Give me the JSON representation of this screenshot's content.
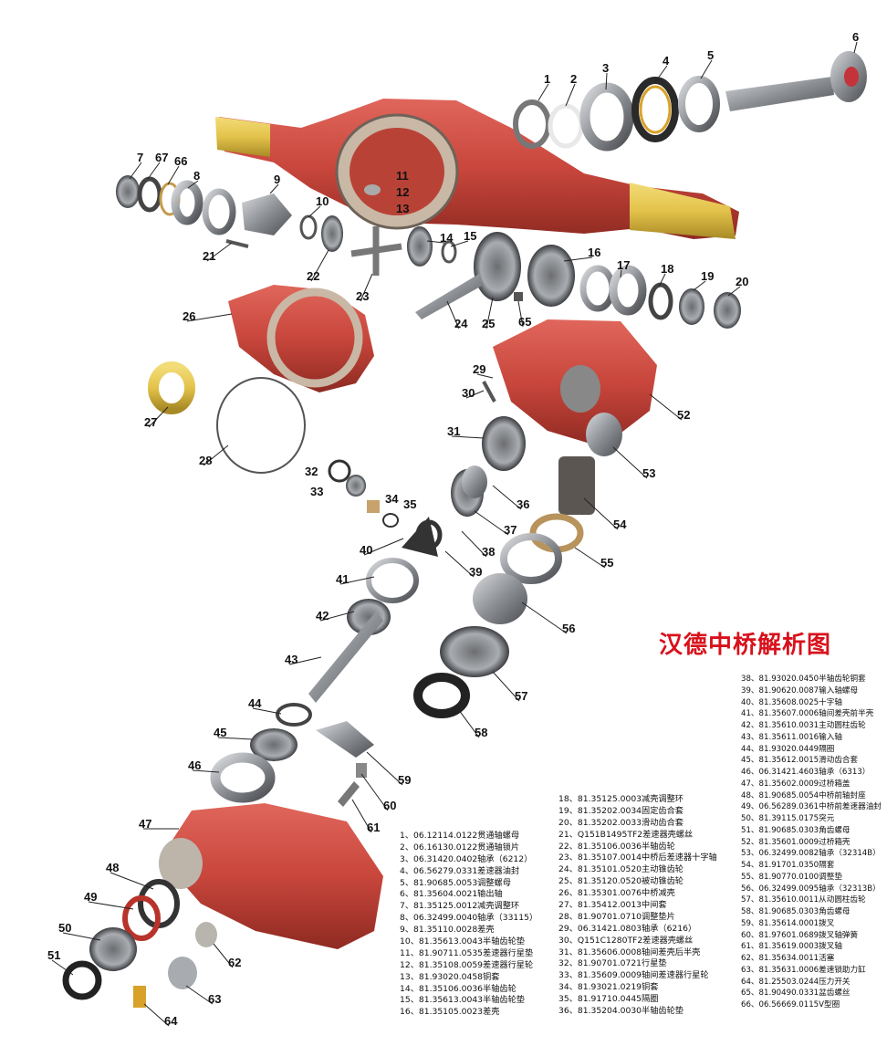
{
  "title": "汉德中桥解析图",
  "callouts": [
    "1",
    "2",
    "3",
    "4",
    "5",
    "6",
    "7",
    "67",
    "66",
    "8",
    "9",
    "10",
    "11",
    "12",
    "13",
    "21",
    "22",
    "14",
    "15",
    "16",
    "17",
    "18",
    "19",
    "20",
    "23",
    "24",
    "25",
    "65",
    "26",
    "27",
    "28",
    "29",
    "30",
    "31",
    "52",
    "53",
    "32",
    "33",
    "34",
    "35",
    "36",
    "37",
    "38",
    "39",
    "40",
    "41",
    "42",
    "43",
    "54",
    "55",
    "56",
    "57",
    "58",
    "44",
    "45",
    "46",
    "59",
    "60",
    "61",
    "47",
    "48",
    "49",
    "50",
    "51",
    "62",
    "63",
    "64"
  ],
  "legend_left": [
    "1、06.12114.0122贯通轴螺母",
    "2、06.16130.0122贯通轴锁片",
    "3、06.31420.0402轴承（6212）",
    "4、06.56279.0331差速器油封",
    "5、81.90685.0053调整螺母",
    "6、81.35604.0021输出轴",
    "7、81.35125.0012减壳调整环",
    "8、06.32499.0040轴承（33115）",
    "9、81.35110.0028差壳",
    "10、81.35613.0043半轴齿轮垫",
    "11、81.90711.0535差速器行星垫",
    "12、81.35108.0059差速器行星轮",
    "13、81.93020.0458铜套",
    "14、81.35106.0036半轴齿轮",
    "15、81.35613.0043半轴齿轮垫",
    "16、81.35105.0023差壳"
  ],
  "legend_mid": [
    "18、81.35125.0003减壳调整环",
    "19、81.35202.0034固定齿合套",
    "20、81.35202.0033滑动齿合套",
    "21、Q151B1495TF2差速器壳螺丝",
    "22、81.35106.0036半轴齿轮",
    "23、81.35107.0014中桥后差速器十字轴",
    "24、81.35101.0520主动锥齿轮",
    "25、81.35120.0520被动锥齿轮",
    "26、81.35301.0076中桥减壳",
    "27、81.35412.0013中间套",
    "28、81.90701.0710调整垫片",
    "29、06.31421.0803轴承（6216）",
    "30、Q151C1280TF2差速器壳螺丝",
    "31、81.35606.0008轴间差壳后半壳",
    "32、81.90701.0721行星垫",
    "33、81.35609.0009轴间差速器行星轮",
    "34、81.93021.0219铜套",
    "35、81.91710.0445隔圈",
    "36、81.35204.0030半轴齿轮垫"
  ],
  "legend_right": [
    "38、81.93020.0450半轴齿轮铜套",
    "39、81.90620.0087输入轴螺母",
    "40、81.35608.0025十字轴",
    "41、81.35607.0006轴间差壳前半壳",
    "42、81.35610.0031主动圆柱齿轮",
    "43、81.35611.0016输入轴",
    "44、81.93020.0449隔圈",
    "45、81.35612.0015滑动齿合套",
    "46、06.31421.4603轴承（6313）",
    "47、81.35602.0009过桥箱盖",
    "48、81.90685.0054中桥前轴封座",
    "49、06.56289.0361中桥前差速器油封",
    "50、81.39115.0175突元",
    "51、81.90685.0303角齿螺母",
    "52、81.35601.0009过桥箱壳",
    "53、06.32499.0082轴承（32314B）",
    "54、81.91701.0350隔套",
    "55、81.90770.0100调整垫",
    "56、06.32499.0095轴承（32313B）",
    "57、81.35610.0011从动圆柱齿轮",
    "58、81.90685.0303角齿螺母",
    "59、81.35614.0001拨叉",
    "60、81.97601.0689拨叉轴弹簧",
    "61、81.35619.0003拨叉轴",
    "62、81.35634.0011活塞",
    "63、81.35631.0006差速锁助力缸",
    "64、81.25503.0244压力开关",
    "65、81.90490.0331盆齿螺丝",
    "66、06.56669.0115V型圈"
  ],
  "colors": {
    "housing": "#c8463c",
    "title": "#d8111b",
    "steel": "#8c8f94",
    "yellow": "#e3c24a"
  }
}
